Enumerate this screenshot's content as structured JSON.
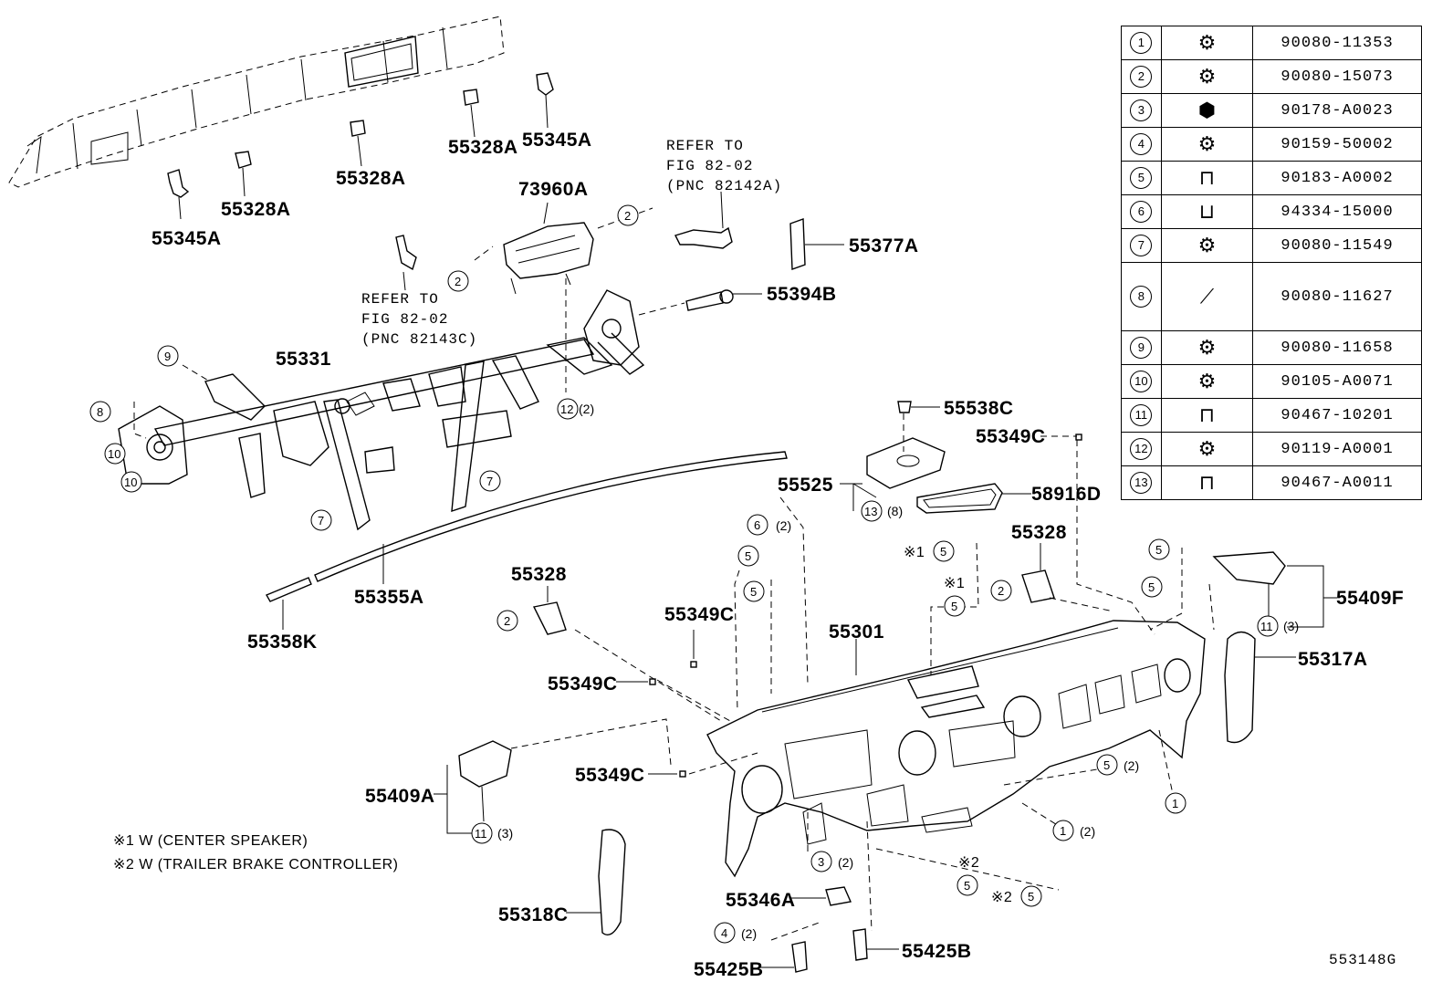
{
  "table": {
    "rows": [
      {
        "num": "1",
        "part": "90080-11353",
        "icon": "bolt-washer-icon"
      },
      {
        "num": "2",
        "part": "90080-15073",
        "icon": "bolt-washer-icon"
      },
      {
        "num": "3",
        "part": "90178-A0023",
        "icon": "nut-icon"
      },
      {
        "num": "4",
        "part": "90159-50002",
        "icon": "screw-icon"
      },
      {
        "num": "5",
        "part": "90183-A0002",
        "icon": "clip-nut-icon"
      },
      {
        "num": "6",
        "part": "94334-15000",
        "icon": "u-nut-icon"
      },
      {
        "num": "7",
        "part": "90080-11549",
        "icon": "bolt-washer-icon"
      },
      {
        "num": "8",
        "part": "90080-11627",
        "icon": "long-bolt-icon"
      },
      {
        "num": "9",
        "part": "90080-11658",
        "icon": "bolt-washer-icon"
      },
      {
        "num": "10",
        "part": "90105-A0071",
        "icon": "bolt-washer-icon"
      },
      {
        "num": "11",
        "part": "90467-10201",
        "icon": "clip-icon"
      },
      {
        "num": "12",
        "part": "90119-A0001",
        "icon": "bolt-washer-icon"
      },
      {
        "num": "13",
        "part": "90467-A0011",
        "icon": "clip-icon"
      }
    ]
  },
  "labels": {
    "p55345A_1": "55345A",
    "p55328A_1": "55328A",
    "p55328A_2": "55328A",
    "p55328A_3": "55328A",
    "p55345A_2": "55345A",
    "p73960A": "73960A",
    "p55377A": "55377A",
    "p55394B": "55394B",
    "p55331": "55331",
    "p55538C": "55538C",
    "p55349C_1": "55349C",
    "p55525": "55525",
    "p58916D": "58916D",
    "p55328_1": "55328",
    "p55328_2": "55328",
    "p55409F": "55409F",
    "p55317A": "55317A",
    "p55355A": "55355A",
    "p55358K": "55358K",
    "p55349C_2": "55349C",
    "p55349C_3": "55349C",
    "p55349C_4": "55349C",
    "p55301": "55301",
    "p55409A": "55409A",
    "p55318C": "55318C",
    "p55346A": "55346A",
    "p55425B_1": "55425B",
    "p55425B_2": "55425B",
    "fig_code": "553148G"
  },
  "refs": {
    "ref1": [
      "REFER TO",
      "FIG 82-02",
      "(PNC 82142A)"
    ],
    "ref2": [
      "REFER TO",
      "FIG 82-02",
      "(PNC 82143C)"
    ]
  },
  "qty": {
    "q12": "(2)",
    "q6": "(2)",
    "q13": "(8)",
    "q11a": "(3)",
    "q11b": "(3)",
    "q5": "(2)",
    "q1": "(2)",
    "q3": "(2)",
    "q4": "(2)"
  },
  "marks": {
    "m1": "※1",
    "m2": "※1",
    "m3": "※2",
    "m4": "※2"
  },
  "notes": {
    "n1": "※1  W (CENTER  SPEAKER)",
    "n2": "※2  W (TRAILER  BRAKE  CONTROLLER)"
  }
}
